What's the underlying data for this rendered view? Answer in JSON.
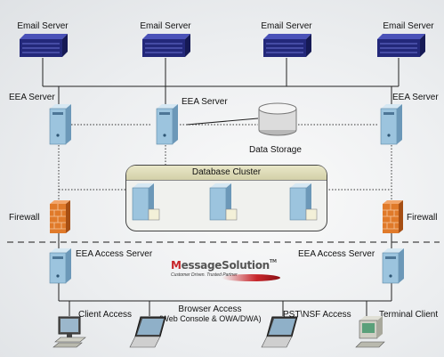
{
  "email_servers": [
    "Email Server",
    "Email Server",
    "Email Server",
    "Email Server"
  ],
  "eea_servers": [
    "EEA Server",
    "EEA Server",
    "EEA Server"
  ],
  "data_storage": "Data Storage",
  "database_cluster": "Database Cluster",
  "firewalls": [
    "Firewall",
    "Firewall"
  ],
  "eea_access_servers": [
    "EEA Access Server",
    "EEA Access Server"
  ],
  "logo": {
    "brand_prefix": "M",
    "brand_rest": "essageSolution",
    "trademark": "TM",
    "tagline": "Customer Driven. Trusted Partner"
  },
  "clients": {
    "client_access": "Client Access",
    "browser_access": "Browser Access",
    "browser_access_detail": "(Web Console & OWA/DWA)",
    "pst_nsf_access": "PST\\NSF Access",
    "terminal_client": "Terminal Client"
  },
  "colors": {
    "rack": "#2a2f8a",
    "server_body": "#9fc6df",
    "firewall": "#e07a2a",
    "line": "#222222"
  }
}
